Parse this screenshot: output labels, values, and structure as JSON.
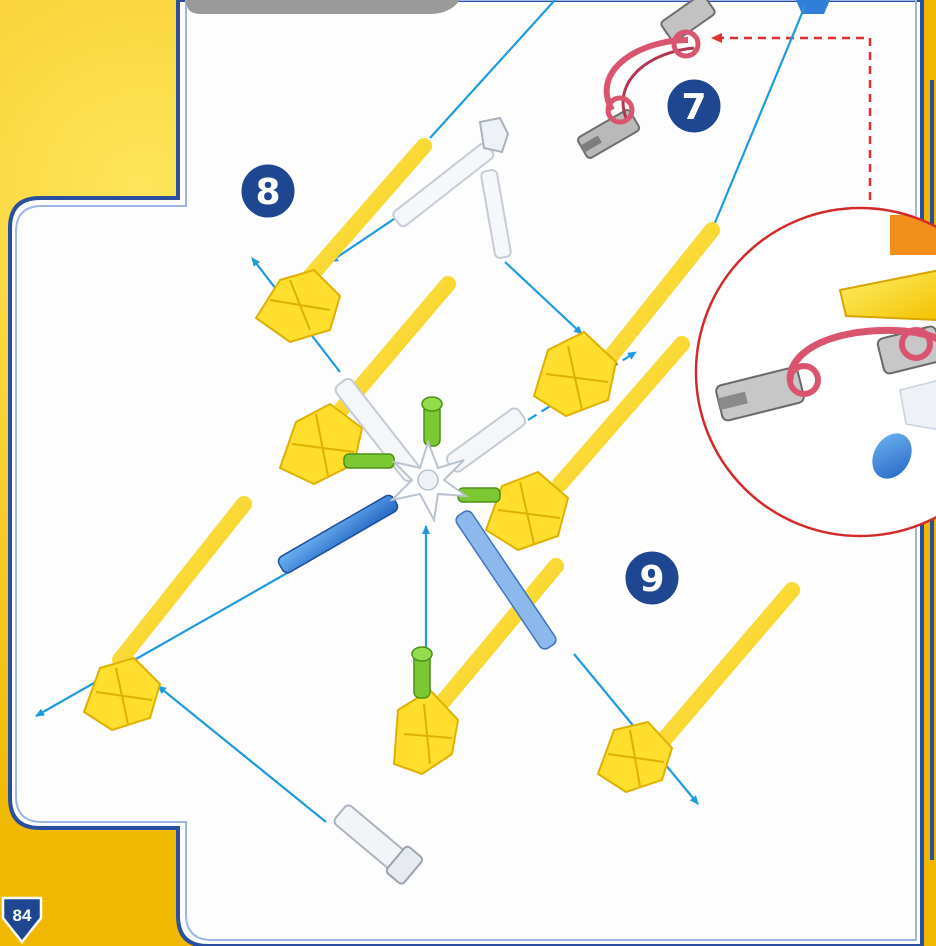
{
  "page": {
    "number": "84"
  },
  "steps": [
    {
      "id": "7",
      "label": "7"
    },
    {
      "id": "8",
      "label": "8"
    },
    {
      "id": "9",
      "label": "9"
    }
  ],
  "colors": {
    "background_yellow": "#f2c400",
    "panel": "#fdfdfd",
    "border_blue": "#2a4f9e",
    "badge_blue": "#1f4690",
    "arrow_blue": "#1d9be0",
    "rod_yellow": "#ffd91a",
    "connector_blue": "#2f7fd8",
    "connector_green": "#7cc832",
    "hinge_red": "#d9546e",
    "callout_red": "#e03030"
  },
  "parts": [
    "yellow-rod",
    "yellow-connector",
    "white-rod",
    "blue-rod",
    "green-connector",
    "gray-hinge",
    "red-clip",
    "white-hub"
  ]
}
